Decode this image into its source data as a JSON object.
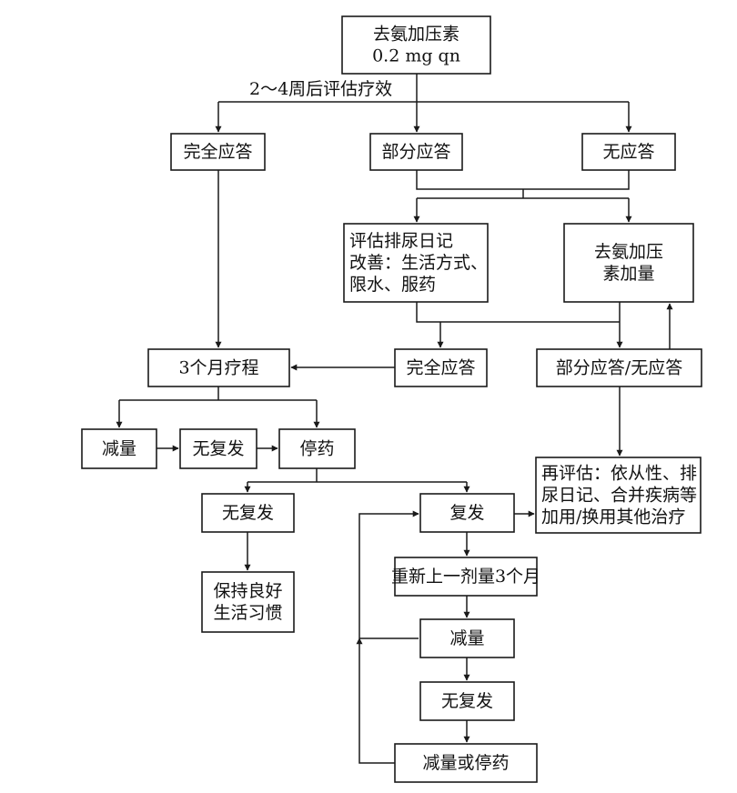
{
  "nodes": {
    "start": {
      "lines": [
        "去氨加压素",
        "0.2 mg qn"
      ]
    },
    "complete_response": {
      "lines": [
        "完全应答"
      ]
    },
    "partial_response": {
      "lines": [
        "部分应答"
      ]
    },
    "no_response": {
      "lines": [
        "无应答"
      ]
    },
    "assess_diary": {
      "lines": [
        "评估排尿日记",
        "改善：生活方式、",
        "限水、服药"
      ]
    },
    "increase_dose": {
      "lines": [
        "去氨加压",
        "素加量"
      ]
    },
    "course_3m": {
      "lines": [
        "3个月疗程"
      ]
    },
    "complete_response_2": {
      "lines": [
        "完全应答"
      ]
    },
    "partial_no_response": {
      "lines": [
        "部分应答/无应答"
      ]
    },
    "taper": {
      "lines": [
        "减量"
      ]
    },
    "no_relapse_1": {
      "lines": [
        "无复发"
      ]
    },
    "stop": {
      "lines": [
        "停药"
      ]
    },
    "reassess": {
      "lines": [
        "再评估：依从性、排",
        "尿日记、合并疾病等",
        "加用/换用其他治疗"
      ]
    },
    "no_relapse_2": {
      "lines": [
        "无复发"
      ]
    },
    "relapse": {
      "lines": [
        "复发"
      ]
    },
    "maintain": {
      "lines": [
        "保持良好",
        "生活习惯"
      ]
    },
    "restart_3m": {
      "lines": [
        "重新上一剂量3个月"
      ]
    },
    "taper_2": {
      "lines": [
        "减量"
      ]
    },
    "no_relapse_3": {
      "lines": [
        "无复发"
      ]
    },
    "taper_or_stop": {
      "lines": [
        "减量或停药"
      ]
    }
  },
  "edge_labels": {
    "assess_after": "2～4周后评估疗效"
  }
}
